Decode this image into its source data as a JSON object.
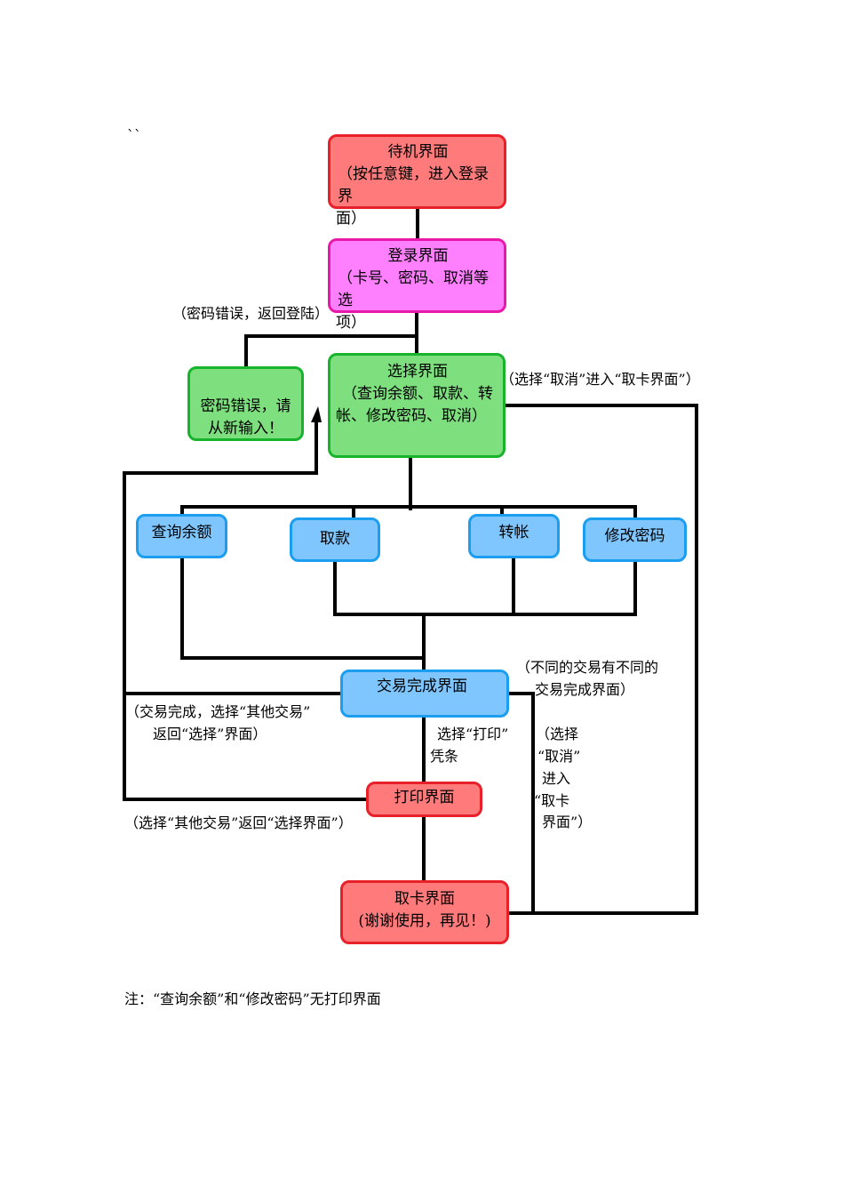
{
  "corner_mark": "``",
  "nodes": {
    "standby": {
      "line1": "待机界面",
      "line2": "（按任意键，进入登录界",
      "line3": "面）"
    },
    "login": {
      "line1": "登录界面",
      "line2": "（卡号、密码、取消等选",
      "line3": "项）"
    },
    "pwd_error": {
      "line1": "密码错误，请",
      "line2": "从新输入！"
    },
    "select": {
      "line1": "选择界面",
      "line2": "（查询余额、取款、转",
      "line3": "帐、修改密码、取消）"
    },
    "balance": {
      "label": "查询余额"
    },
    "withdraw": {
      "label": "取款"
    },
    "transfer": {
      "label": "转帐"
    },
    "change_pwd": {
      "label": "修改密码"
    },
    "complete": {
      "label": "交易完成界面"
    },
    "print": {
      "label": "打印界面"
    },
    "take_card": {
      "line1": "取卡界面",
      "line2": "(谢谢使用，再见！)"
    }
  },
  "annotations": {
    "pwd_wrong": "（密码错误，返回登陆）",
    "select_cancel": "（选择“取消”进入“取卡界面”）",
    "diff_trans_1": "（不同的交易有不同的",
    "diff_trans_2": "交易完成界面）",
    "other_trans_1": "（交易完成，选择“其他交易”",
    "other_trans_2": "返回“选择”界面）",
    "choose_print_1": "选择“打印”",
    "choose_print_2": "凭条",
    "cancel_side_1": "（选择",
    "cancel_side_2": "“取消”",
    "cancel_side_3": "进入",
    "cancel_side_4": "“取卡",
    "cancel_side_5": "界面”）",
    "print_back": "（选择“其他交易”返回“选择界面”）"
  },
  "footnote": "注：“查询余额”和“修改密码”无打印界面"
}
